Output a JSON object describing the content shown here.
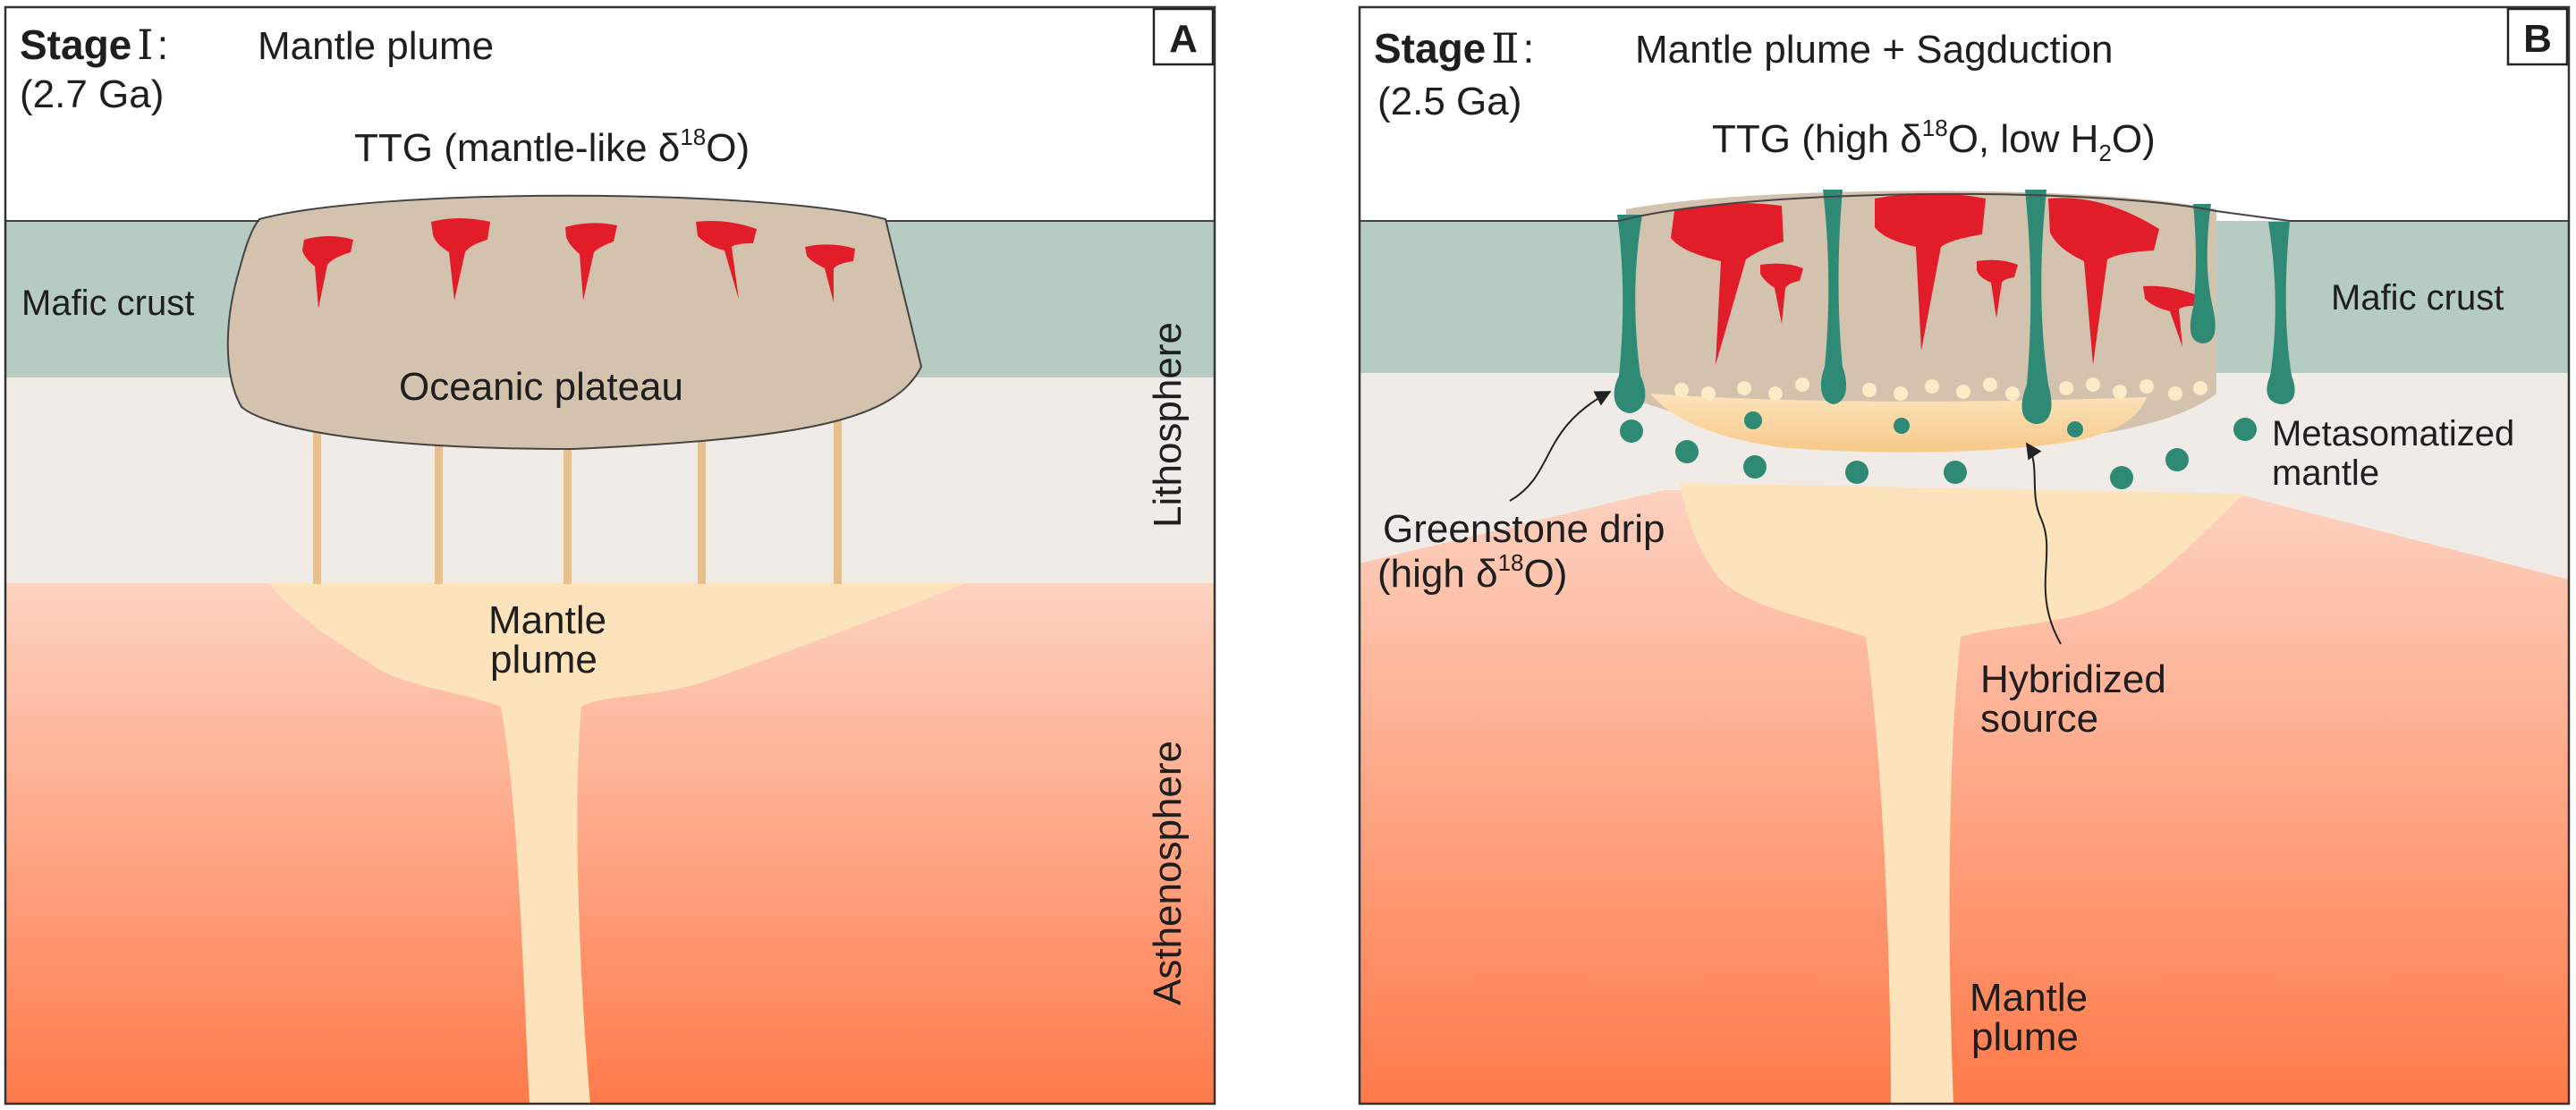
{
  "panel_a": {
    "letter": "A",
    "stage_prefix": "Stage",
    "stage_numeral": "Ⅰ",
    "stage_sep": ":",
    "title": "Mantle plume",
    "age": "(2.7 Ga)",
    "ttg_pre": "TTG (mantle-like δ",
    "ttg_sup": "18",
    "ttg_post": "O)",
    "mafic_crust": "Mafic crust",
    "oceanic_plateau": "Oceanic plateau",
    "lithosphere": "Lithosphere",
    "asthenosphere": "Asthenosphere",
    "plume_line1": "Mantle",
    "plume_line2": "plume"
  },
  "panel_b": {
    "letter": "B",
    "stage_prefix": "Stage",
    "stage_numeral": "Ⅱ",
    "stage_sep": ":",
    "title": "Mantle plume + Sagduction",
    "age": "(2.5 Ga)",
    "ttg_pre": "TTG (high δ",
    "ttg_sup": "18",
    "ttg_mid": "O, low H",
    "ttg_sub": "2",
    "ttg_post": "O)",
    "mafic_crust": "Mafic crust",
    "metasomatized_line1": "Metasomatized",
    "metasomatized_line2": "mantle",
    "greenstone_line1": "Greenstone drip",
    "greenstone_pre": "(high δ",
    "greenstone_sup": "18",
    "greenstone_post": "O)",
    "hybridized_line1": "Hybridized",
    "hybridized_line2": "source",
    "plume_line1": "Mantle",
    "plume_line2": "plume"
  },
  "colors": {
    "mafic_crust": "#b6cbc2",
    "plateau": "#d3c2ad",
    "lithosphere": "#f0ebe6",
    "plume": "#fce3bb",
    "ttg": "#e21d2a",
    "greenstone": "#2e8a74",
    "asthenosphere_top": "#fdd2c1",
    "asthenosphere_bottom": "#ff7a4a",
    "hybrid": "#f8c98a"
  }
}
